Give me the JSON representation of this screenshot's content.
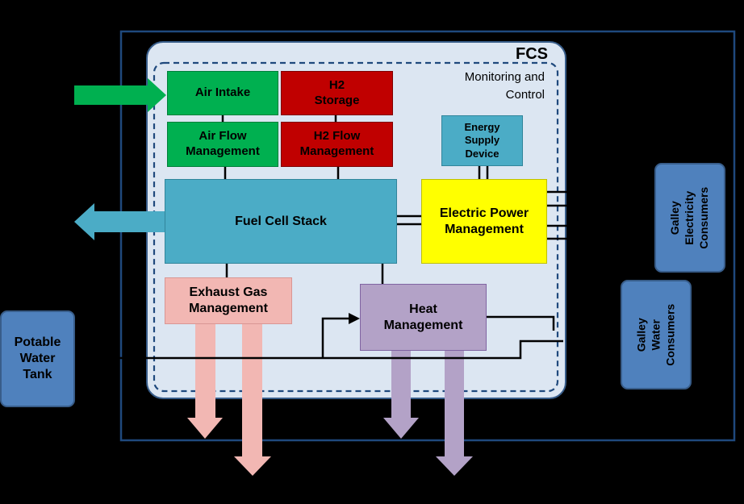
{
  "system": {
    "title": "FCS",
    "monitoring_label": "Monitoring and\nControl"
  },
  "blocks": {
    "air_intake": "Air Intake",
    "h2_storage": "H2\nStorage",
    "air_flow": "Air Flow\nManagement",
    "h2_flow": "H2 Flow\nManagement",
    "energy_supply": "Energy\nSupply\nDevice",
    "fuel_cell_stack": "Fuel Cell Stack",
    "electric_power": "Electric Power\nManagement",
    "exhaust_gas": "Exhaust Gas\nManagement",
    "heat": "Heat\nManagement"
  },
  "external": {
    "potable_water_tank": "Potable\nWater\nTank",
    "galley_electricity": "Galley\nElectricity\nConsumers",
    "galley_water": "Galley  Water\nConsumers"
  },
  "colors": {
    "fcs_fill": "#dce6f2",
    "air": "#00b050",
    "h2": "#c00000",
    "stack": "#4bacc6",
    "power": "#ffff00",
    "exhaust": "#f2b7b3",
    "heat": "#b3a2c7",
    "external": "#4f81bd",
    "frame": "#1f497d"
  }
}
